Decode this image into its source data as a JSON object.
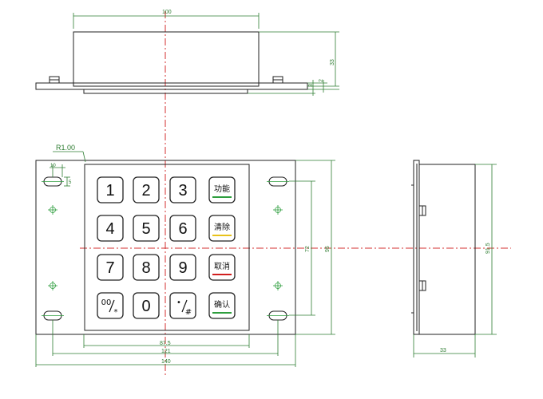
{
  "dimensions": {
    "top_width": "100",
    "top_height": "33",
    "top_flange_2": "2",
    "top_flange_3": "3",
    "radius": "R1.00",
    "hole_offset_x": "10",
    "hole_offset_y": "5",
    "pitch_inner": "87.5",
    "hole_spacing_x": "121",
    "total_width": "140",
    "hole_spacing_y": "72",
    "total_height": "95",
    "side_height": "91.5",
    "side_depth": "33"
  },
  "keys": [
    {
      "label": "1",
      "kind": "digit"
    },
    {
      "label": "2",
      "kind": "digit"
    },
    {
      "label": "3",
      "kind": "digit"
    },
    {
      "label": "功能",
      "kind": "func",
      "bar": "#2e9e3e"
    },
    {
      "label": "4",
      "kind": "digit"
    },
    {
      "label": "5",
      "kind": "digit"
    },
    {
      "label": "6",
      "kind": "digit"
    },
    {
      "label": "清除",
      "kind": "func",
      "bar": "#e8c21a"
    },
    {
      "label": "7",
      "kind": "digit"
    },
    {
      "label": "8",
      "kind": "digit"
    },
    {
      "label": "9",
      "kind": "digit"
    },
    {
      "label": "取消",
      "kind": "func",
      "bar": "#d11f1f"
    },
    {
      "label": "00/*",
      "kind": "symbol",
      "main": "00",
      "sub": "*"
    },
    {
      "label": "0",
      "kind": "digit"
    },
    {
      "label": "./#",
      "kind": "symbol",
      "main": "•",
      "sub": "#"
    },
    {
      "label": "确认",
      "kind": "func",
      "bar": "#2e9e3e"
    }
  ],
  "colors": {
    "outline": "#222222",
    "dimension": "#2e7d32",
    "centerline": "#d32f2f",
    "mount_mark": "#2e9e3e"
  }
}
